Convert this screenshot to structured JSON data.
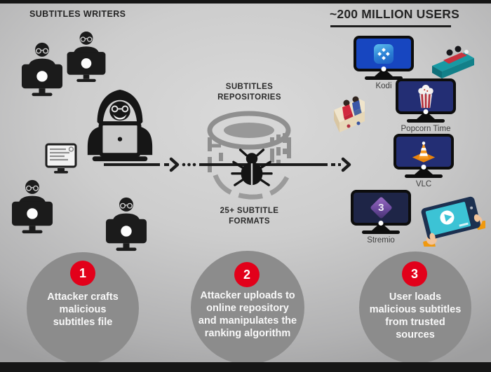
{
  "header": {
    "writers_label": "SUBTITLES WRITERS",
    "users_label": "~200 MILLION USERS"
  },
  "repository": {
    "top_label": "SUBTITLES\nREPOSITORIES",
    "bottom_label": "25+ SUBTITLE\nFORMATS"
  },
  "players": [
    {
      "name": "Kodi"
    },
    {
      "name": "Popcorn Time"
    },
    {
      "name": "VLC"
    },
    {
      "name": "Stremio",
      "screen_text": "3"
    }
  ],
  "steps": [
    {
      "number": "1",
      "text": "Attacker crafts\nmalicious\nsubtitles file"
    },
    {
      "number": "2",
      "text": "Attacker uploads to\nonline repository\nand manipulates the\nranking algorithm"
    },
    {
      "number": "3",
      "text": "User loads\nmalicious subtitles\nfrom trusted\nsources"
    }
  ],
  "icons": {
    "writer-at-computer-icon": "black silhouette person with glasses at monitor",
    "hacker-with-laptop-icon": "hooded hacker at laptop",
    "subtitle-file-monitor-icon": "outlined monitor showing subtitle text lines",
    "malware-bug-icon": "black beetle bug",
    "repository-cylinder-icon": "sketched gray database cylinder",
    "flow-arrow-icon": "dashed arrow left to right",
    "kodi-logo-icon": "blue rounded square with four white diamonds",
    "popcorn-bucket-icon": "red striped popcorn bucket",
    "vlc-cone-icon": "orange traffic cone",
    "stremio-logo-icon": "purple diamond with number 3",
    "cinema-seats-icon": "teal cinema couch with viewers",
    "couch-viewers-icon": "couple on beige sofa",
    "tablet-viewer-icon": "hands holding tablet with play button"
  },
  "colors": {
    "accent_red": "#e2001a",
    "ink_dark": "#1d1d1d",
    "step_circle_gray": "#8c8c8c",
    "cylinder_gray": "#8f8f8f",
    "screen_navy": "#232e74",
    "kodi_screen_blue": "#1746c0",
    "stremio_screen_navy": "#1e2547",
    "tablet_screen_teal": "#3cc3d5",
    "couch_teal": "#1899a3",
    "vlc_orange": "#f59821"
  }
}
